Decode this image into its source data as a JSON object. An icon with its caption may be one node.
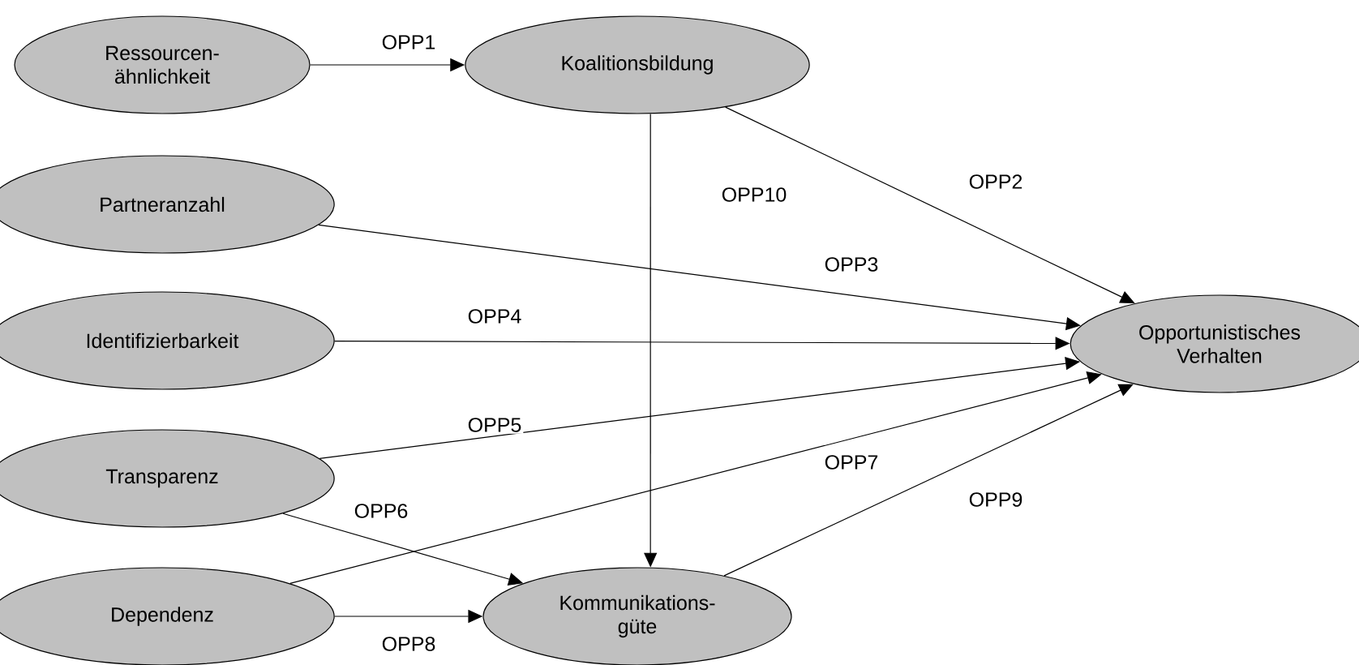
{
  "diagram": {
    "nodes": [
      {
        "text": [
          "Ressourcen- ähnlichkeit"
        ]
      },
      {
        "text": [
          "Koalitionsbildung"
        ]
      },
      {
        "text": [
          "Partneranzahl"
        ]
      },
      {
        "text": [
          "Identifizierbarkeit"
        ]
      },
      {
        "text": [
          "Transparenz"
        ]
      },
      {
        "text": [
          "Dependenz"
        ]
      },
      {
        "text": [
          "Kommunikations- güte"
        ]
      },
      {
        "text": [
          "Opportunistisches Verhalten"
        ]
      }
    ],
    "edges": [
      {
        "from": 0,
        "to": 1,
        "arrow": "to",
        "label": "OPP1"
      },
      {
        "from": 1,
        "to": 7,
        "arrow": "to",
        "label": "OPP2"
      },
      {
        "from": 2,
        "to": 7,
        "arrow": "to",
        "label": "OPP3"
      },
      {
        "from": 3,
        "to": 7,
        "arrow": "to",
        "label": "OPP4"
      },
      {
        "from": 4,
        "to": 7,
        "arrow": "to",
        "label": "OPP5"
      },
      {
        "from": 4,
        "to": 6,
        "arrow": "to",
        "label": "OPP6"
      },
      {
        "from": 5,
        "to": 7,
        "arrow": "to",
        "label": "OPP7"
      },
      {
        "from": 5,
        "to": 6,
        "arrow": "to",
        "label": "OPP8"
      },
      {
        "from": 6,
        "to": 7,
        "arrow": "to",
        "label": "OPP9"
      },
      {
        "from": 1,
        "to": 6,
        "arrow": "to",
        "label": "OPP10"
      }
    ]
  }
}
